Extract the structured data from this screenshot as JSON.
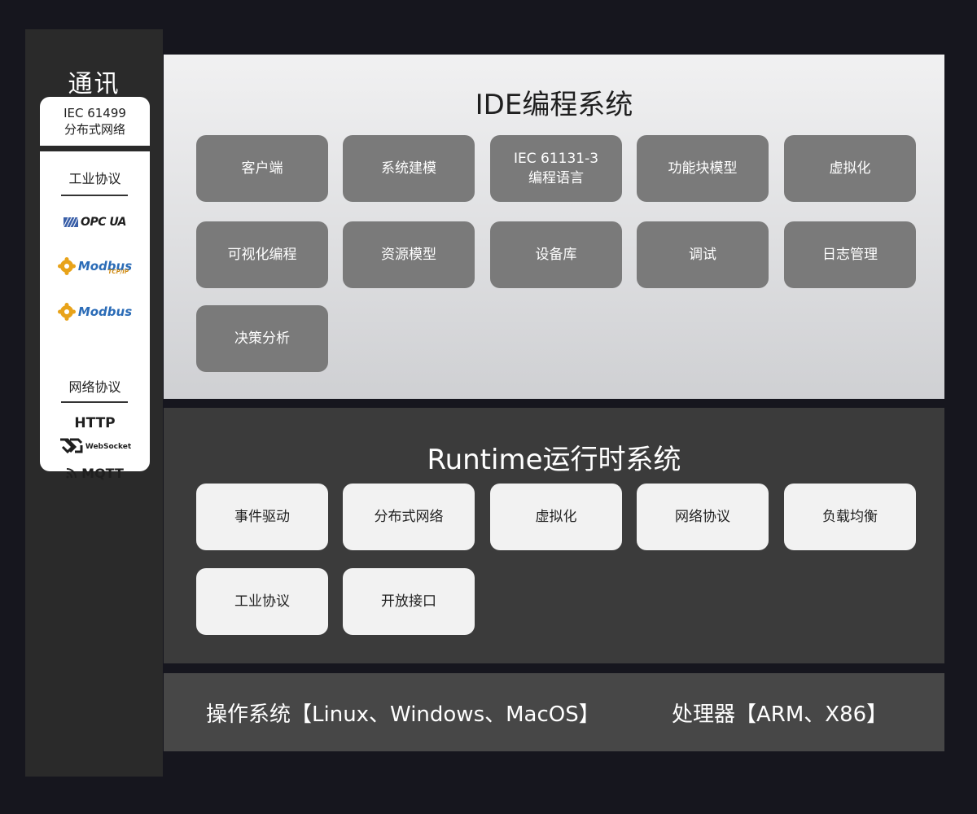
{
  "sidebar": {
    "title": "通讯",
    "iec_card": {
      "line1": "IEC 61499",
      "line2": "分布式网络"
    },
    "industrial_heading": "工业协议",
    "opc_label": "OPC UA",
    "modbus_tcp_label": "Modbus",
    "modbus_tcp_sub": "TCP/IP",
    "modbus_label": "Modbus",
    "network_heading": "网络协议",
    "http_label": "HTTP",
    "websocket_label": "WebSocket",
    "mqtt_label": "MQTT"
  },
  "ide": {
    "title": "IDE编程系统",
    "items": [
      "客户端",
      "系统建模",
      "IEC 61131-3",
      "功能块模型",
      "虚拟化",
      "可视化编程",
      "资源模型",
      "设备库",
      "调试",
      "日志管理",
      "决策分析"
    ],
    "item3_line2": "编程语言"
  },
  "runtime": {
    "title": "Runtime运行时系统",
    "items": [
      "事件驱动",
      "分布式网络",
      "虚拟化",
      "网络协议",
      "负载均衡",
      "工业协议",
      "开放接口"
    ]
  },
  "platform": {
    "os": "操作系统【Linux、Windows、MacOS】",
    "cpu": "处理器【ARM、X86】"
  },
  "colors": {
    "background": "#16161e",
    "sidebar": "#2a2a2a",
    "ide_box": "#7a7a7a",
    "runtime_panel": "#3b3b3b",
    "runtime_box": "#f2f2f2",
    "platform_panel": "#474747",
    "modbus_blue": "#2b6cb7",
    "modbus_orange": "#e8a31a"
  }
}
